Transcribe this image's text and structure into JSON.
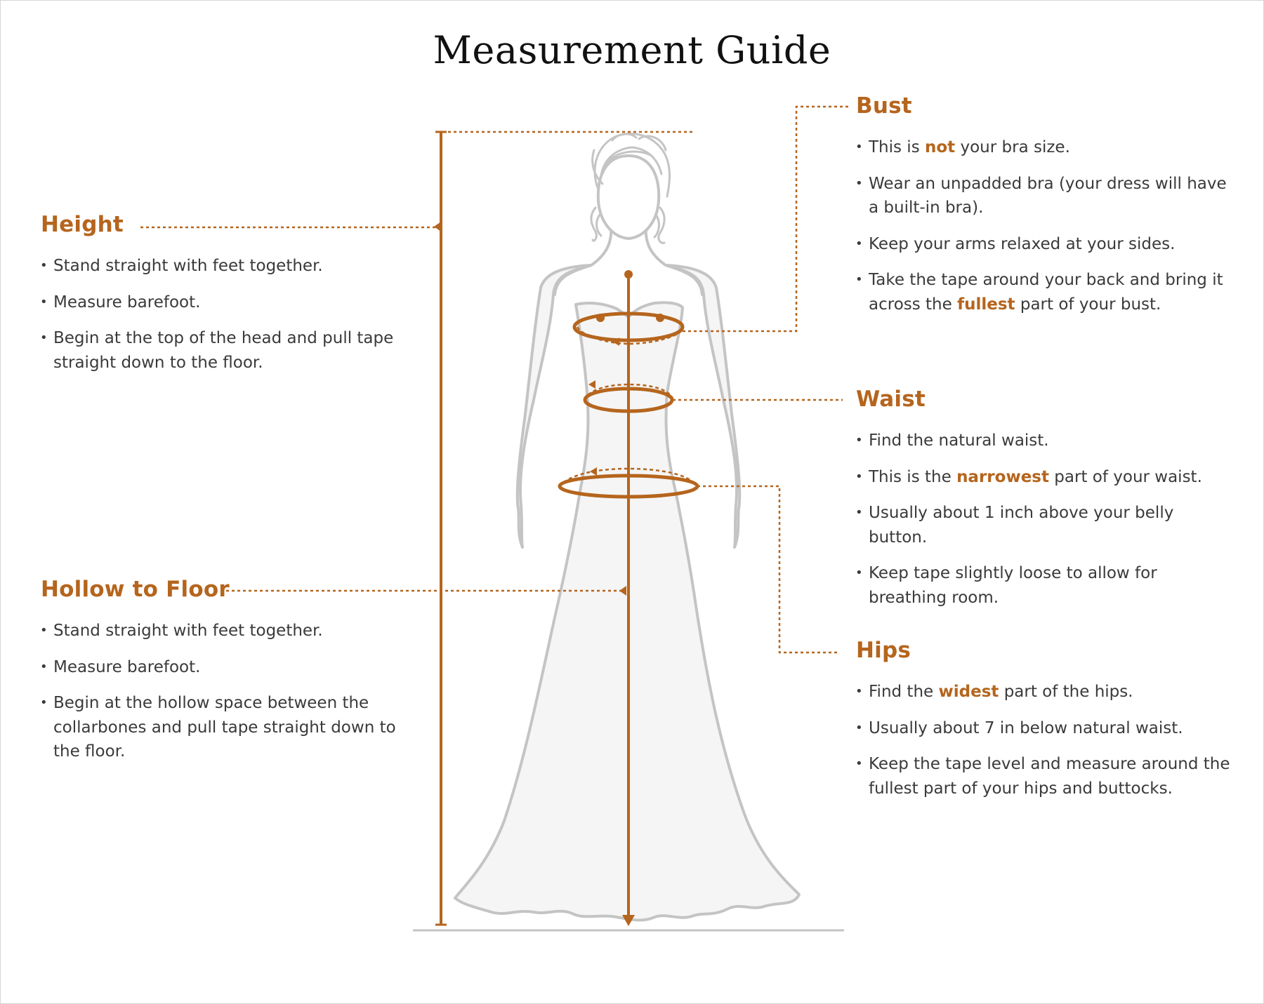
{
  "title": "Measurement Guide",
  "colors": {
    "accent": "#b5651d",
    "figure_stroke": "#c4c4c4",
    "figure_fill": "#f5f5f5",
    "text": "#3a3a3a"
  },
  "sections": {
    "height": {
      "heading": "Height",
      "items": [
        [
          {
            "t": "Stand straight with feet together."
          }
        ],
        [
          {
            "t": "Measure barefoot."
          }
        ],
        [
          {
            "t": "Begin at the top of the head and pull tape straight down to the floor."
          }
        ]
      ]
    },
    "hollow": {
      "heading": "Hollow to Floor",
      "items": [
        [
          {
            "t": "Stand straight with feet together."
          }
        ],
        [
          {
            "t": "Measure barefoot."
          }
        ],
        [
          {
            "t": "Begin at the hollow space between the collarbones and pull tape straight down to the floor."
          }
        ]
      ]
    },
    "bust": {
      "heading": "Bust",
      "items": [
        [
          {
            "t": "This is "
          },
          {
            "t": "not",
            "hl": true
          },
          {
            "t": " your bra size."
          }
        ],
        [
          {
            "t": "Wear an unpadded bra (your dress will have a built-in bra)."
          }
        ],
        [
          {
            "t": "Keep your arms relaxed at your sides."
          }
        ],
        [
          {
            "t": "Take the tape around your back and bring it across the "
          },
          {
            "t": "fullest",
            "hl": true
          },
          {
            "t": " part of your bust."
          }
        ]
      ]
    },
    "waist": {
      "heading": "Waist",
      "items": [
        [
          {
            "t": "Find the natural waist."
          }
        ],
        [
          {
            "t": "This is the "
          },
          {
            "t": "narrowest",
            "hl": true
          },
          {
            "t": " part of your waist."
          }
        ],
        [
          {
            "t": "Usually about 1 inch above your belly button."
          }
        ],
        [
          {
            "t": "Keep tape slightly loose to allow for breathing room."
          }
        ]
      ]
    },
    "hips": {
      "heading": "Hips",
      "items": [
        [
          {
            "t": "Find the "
          },
          {
            "t": "widest",
            "hl": true
          },
          {
            "t": " part of the hips."
          }
        ],
        [
          {
            "t": "Usually about 7 in below natural waist."
          }
        ],
        [
          {
            "t": "Keep the tape level and measure around the fullest part of your hips and buttocks."
          }
        ]
      ]
    }
  }
}
